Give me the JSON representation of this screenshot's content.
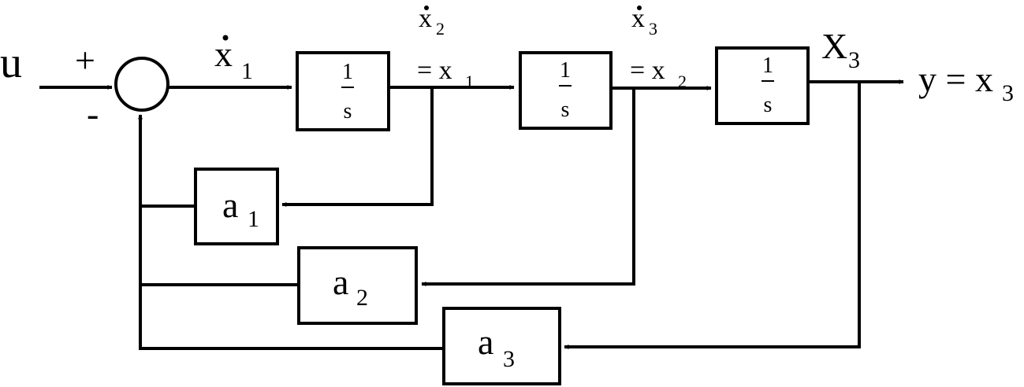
{
  "input": {
    "var": "u",
    "plus": "+",
    "minus": "-"
  },
  "summing_junction": {
    "symbol": ""
  },
  "signals": {
    "x1dot": {
      "base": "x",
      "sub": "1"
    },
    "x2dot_top": {
      "base": "x",
      "sub": "2"
    },
    "eq_x1": {
      "eq": "= x",
      "sub": "1"
    },
    "x3dot_top": {
      "base": "x",
      "sub": "3"
    },
    "eq_x2": {
      "eq": "= x",
      "sub": "2"
    },
    "x3": {
      "base": "X",
      "sub": "3"
    },
    "output": {
      "eq": "y = x",
      "sub": "3"
    }
  },
  "integrators": [
    {
      "num": "1",
      "den": "s"
    },
    {
      "num": "1",
      "den": "s"
    },
    {
      "num": "1",
      "den": "s"
    }
  ],
  "gains": [
    {
      "base": "a",
      "sub": "1"
    },
    {
      "base": "a",
      "sub": "2"
    },
    {
      "base": "a",
      "sub": "3"
    }
  ]
}
